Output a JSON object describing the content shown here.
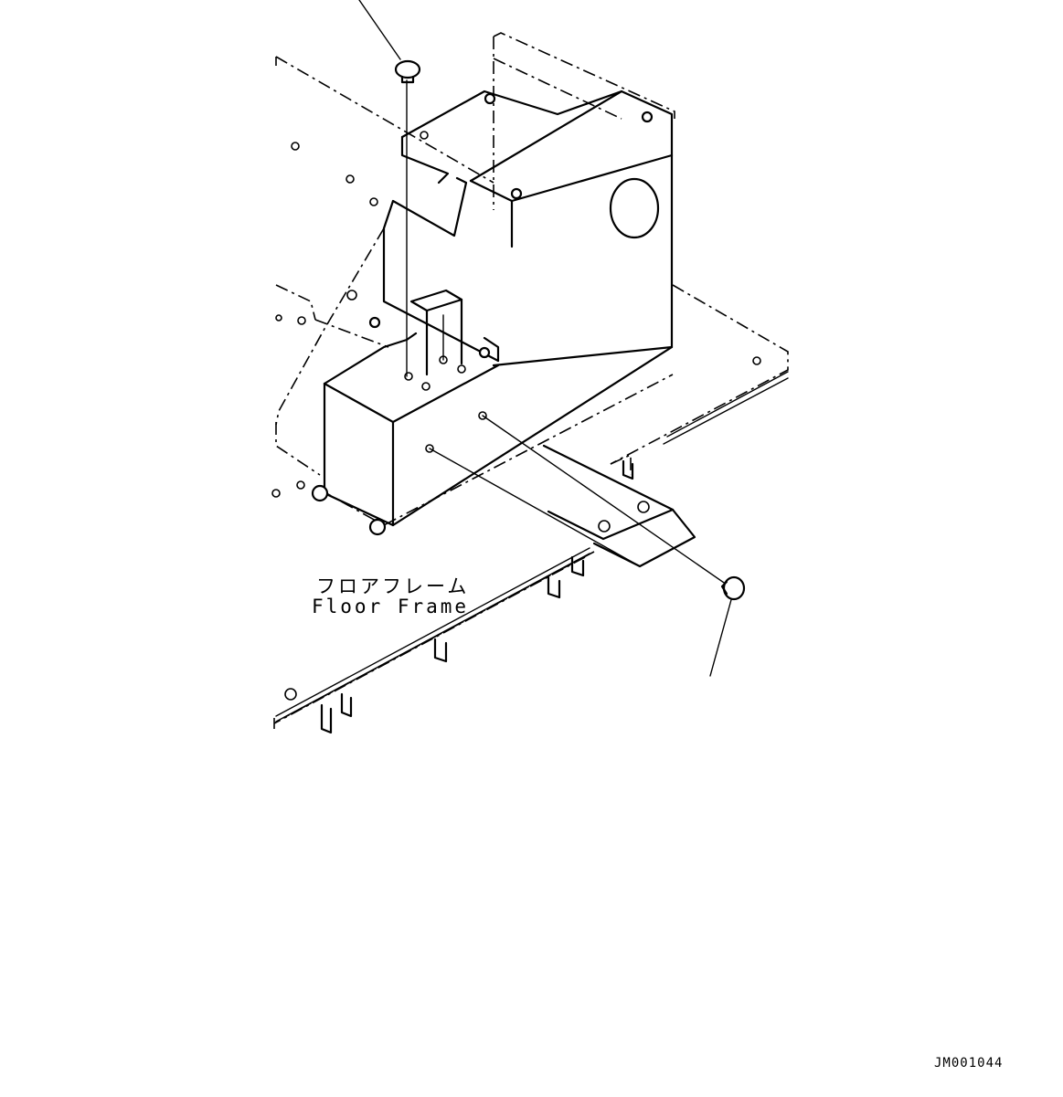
{
  "callout": {
    "label_jp": "フロアフレーム",
    "label_en": "Floor Frame"
  },
  "drawing_code": "JM001044"
}
